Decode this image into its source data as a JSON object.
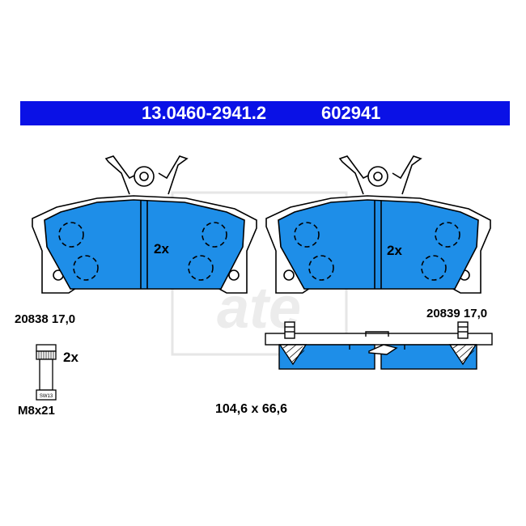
{
  "header": {
    "part_number": "13.0460-2941.2",
    "ref_number": "602941"
  },
  "pads": {
    "left": {
      "code": "20838",
      "thickness": "17,0",
      "qty": "2x"
    },
    "right": {
      "code": "20839",
      "thickness": "17,0",
      "qty": "2x"
    }
  },
  "bolt": {
    "qty": "2x",
    "thread": "M8x21",
    "wrench": "SW13"
  },
  "dimensions": "104,6 x 66,6",
  "colors": {
    "header_bg": "#0a11e6",
    "pad_fill": "#1e8ee8",
    "line": "#000000"
  }
}
